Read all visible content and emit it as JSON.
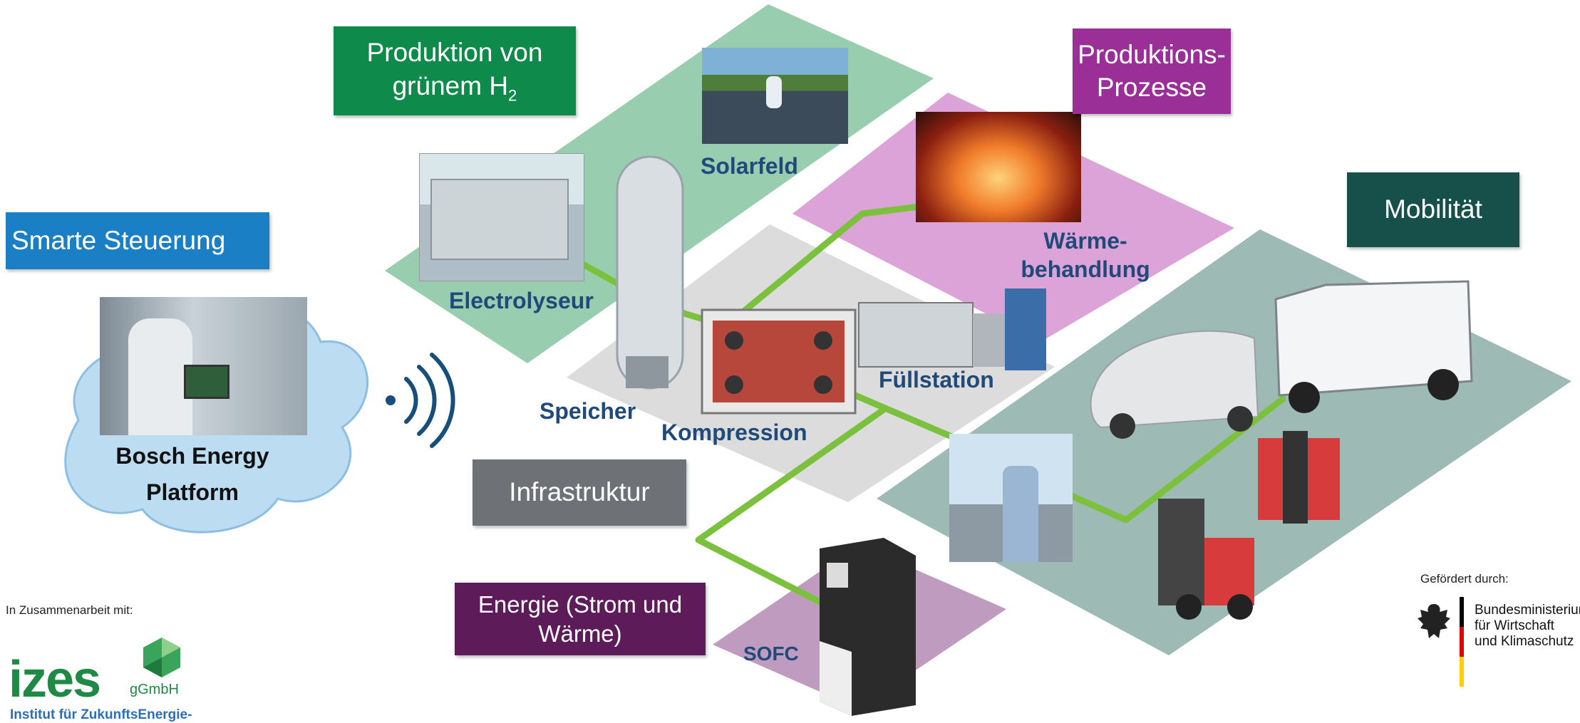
{
  "boxes": {
    "produktion": {
      "line1": "Produktion von",
      "line2": "grünem H",
      "sub": "2"
    },
    "prozesse": {
      "line1": "Produktions-",
      "line2": "Prozesse"
    },
    "mobilitaet": "Mobilität",
    "smarte": "Smarte Steuerung",
    "infrastruktur": "Infrastruktur",
    "energie": {
      "line1": "Energie (Strom und",
      "line2": "Wärme)"
    }
  },
  "labels": {
    "solarfeld": "Solarfeld",
    "electrolyseur": "Electrolyseur",
    "waerme1": "Wärme-",
    "waerme2": "behandlung",
    "fuellstation": "Füllstation",
    "speicher": "Speicher",
    "kompression": "Kompression",
    "sofc": "SOFC"
  },
  "cloud": {
    "line1": "Bosch Energy",
    "line2": "Platform"
  },
  "footer": {
    "partner_note": "In Zusammenarbeit mit:",
    "izes_logo": "izes",
    "izes_suffix": "gGmbH",
    "izes_line2": "Institut für ZukunftsEnergie-",
    "funding_note": "Gefördert durch:",
    "ministry_line1": "Bundesministerium",
    "ministry_line2": "für Wirtschaft",
    "ministry_line3": "und Klimaschutz"
  },
  "colors": {
    "production_green": "#0e8a4b",
    "production_area": "#98cdb0",
    "process_purple": "#9a2f97",
    "process_area": "#dba3d7",
    "mobility_teal": "#174f4a",
    "mobility_area": "#9dbbb4",
    "smart_blue": "#1b7fc6",
    "infra_gray": "#6e7276",
    "infra_area": "#dcdcdc",
    "energy_purple": "#5d1b5a",
    "energy_area": "#bf9bbf",
    "link_green": "#7cc13d",
    "label_blue": "#1f4a7a"
  }
}
